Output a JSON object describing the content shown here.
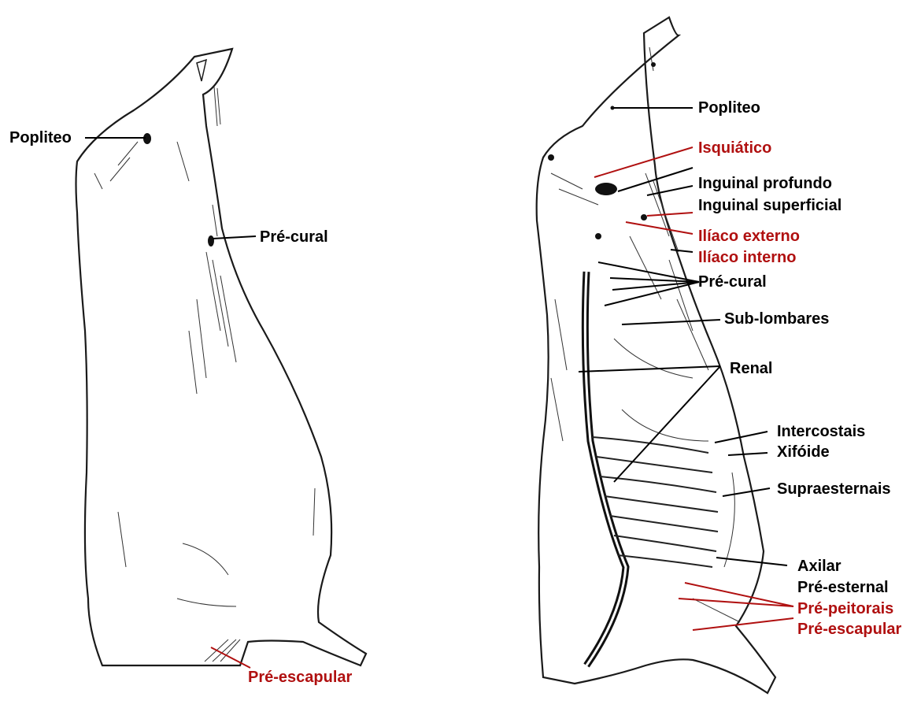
{
  "colors": {
    "black": "#000000",
    "red": "#b01010",
    "outline": "#1a1a1a"
  },
  "left_carcass": {
    "labels": [
      {
        "id": "popliteo",
        "text": "Popliteo",
        "color": "black"
      },
      {
        "id": "pre-cural",
        "text": "Pré-cural",
        "color": "black"
      },
      {
        "id": "pre-escapular",
        "text": "Pré-escapular",
        "color": "red"
      }
    ]
  },
  "right_carcass": {
    "labels": [
      {
        "id": "popliteo",
        "text": "Popliteo",
        "color": "black"
      },
      {
        "id": "isquiatico",
        "text": "Isquiático",
        "color": "red"
      },
      {
        "id": "inguinal-profundo",
        "text": "Inguinal profundo",
        "color": "black"
      },
      {
        "id": "inguinal-superficial",
        "text": "Inguinal superficial",
        "color": "black"
      },
      {
        "id": "iliaco-externo",
        "text": "Ilíaco externo",
        "color": "red"
      },
      {
        "id": "iliaco-interno",
        "text": "Ilíaco interno",
        "color": "red"
      },
      {
        "id": "pre-cural",
        "text": "Pré-cural",
        "color": "black"
      },
      {
        "id": "sub-lombares",
        "text": "Sub-lombares",
        "color": "black"
      },
      {
        "id": "renal",
        "text": "Renal",
        "color": "black"
      },
      {
        "id": "intercostais",
        "text": "Intercostais",
        "color": "black"
      },
      {
        "id": "xifoide",
        "text": "Xifóide",
        "color": "black"
      },
      {
        "id": "supraesternais",
        "text": "Supraesternais",
        "color": "black"
      },
      {
        "id": "axilar",
        "text": "Axilar",
        "color": "black"
      },
      {
        "id": "pre-esternal",
        "text": "Pré-esternal",
        "color": "black"
      },
      {
        "id": "pre-peitorais",
        "text": "Pré-peitorais",
        "color": "red"
      },
      {
        "id": "pre-escapular",
        "text": "Pré-escapular",
        "color": "red"
      }
    ]
  }
}
